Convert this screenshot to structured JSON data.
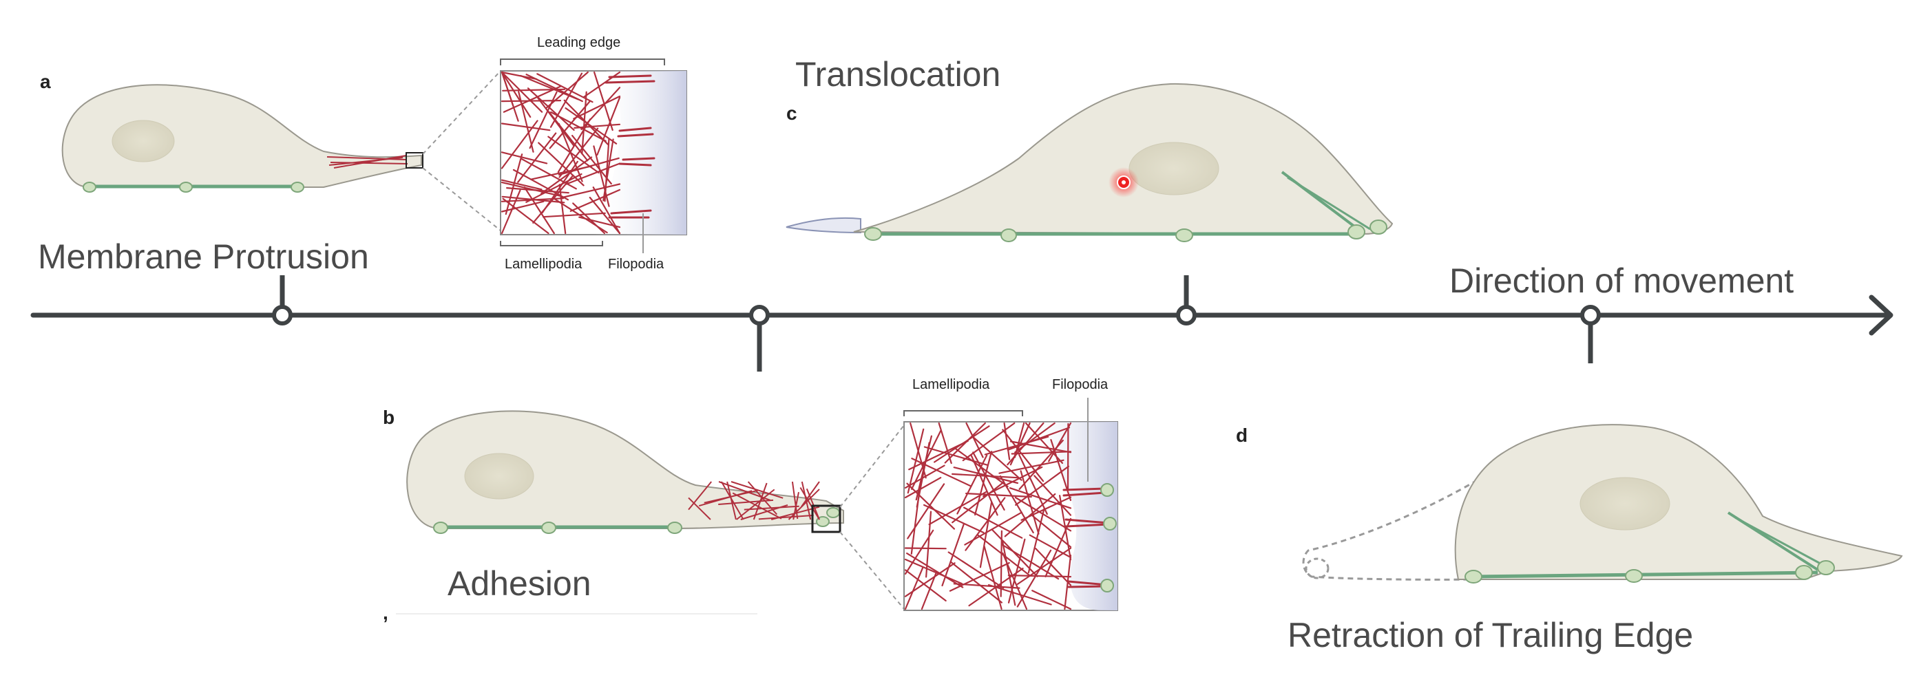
{
  "stages": {
    "protrusion": "Membrane Protrusion",
    "adhesion": "Adhesion",
    "translocation": "Translocation",
    "retraction": "Retraction of Trailing Edge"
  },
  "axis_label": "Direction of movement",
  "panels": {
    "a": "a",
    "b": "b",
    "c": "c",
    "d": "d"
  },
  "insets": {
    "top": {
      "leading_edge": "Leading edge",
      "lamellipodia": "Lamellipodia",
      "filopodia": "Filopodia"
    },
    "bottom": {
      "lamellipodia": "Lamellipodia",
      "filopodia": "Filopodia"
    }
  },
  "colors": {
    "cell_fill": "#ebe9de",
    "cell_outline": "#9a988e",
    "nucleus": "#dcd9c6",
    "actin": "#b0303e",
    "adhesion_green": "#6aa57f",
    "axis": "#3f4345",
    "marker_red": "#ee2222"
  }
}
